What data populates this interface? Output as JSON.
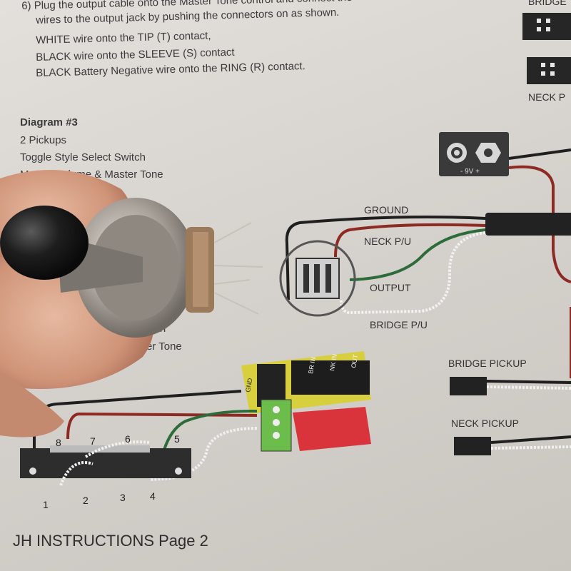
{
  "instructions": {
    "line1": "6) Plug the output cable onto the Master Tone control and connect the",
    "line2": "wires to the output jack by pushing the connectors on as shown.",
    "line3": "WHITE wire onto the TIP (T) contact,",
    "line4": "BLACK wire onto the SLEEVE (S) contact",
    "line5": "BLACK Battery Negative wire onto the RING (R) contact."
  },
  "diagram": {
    "title": "Diagram #3",
    "line1": "2 Pickups",
    "line2": "Toggle Style Select Switch",
    "line3": "Master Volume & Master Tone",
    "partial1": "witch",
    "partial2": "aster Tone"
  },
  "labels": {
    "ground": "GROUND",
    "neck_pu": "NECK P/U",
    "output": "OUTPUT",
    "bridge_pu": "BRIDGE P/U",
    "bridge_pickup": "BRIDGE PICKUP",
    "neck_pickup": "NECK PICKUP",
    "battery": "- 9V +",
    "top_right_1": "BRIDGE",
    "top_right_2": "NECK P",
    "header_br": "BR IN",
    "header_nk": "NK IN",
    "header_out": "OUT",
    "gnd": "GND",
    "switch_nums": [
      "8",
      "7",
      "6",
      "5",
      "1",
      "2",
      "3",
      "4"
    ]
  },
  "footer": "JH INSTRUCTIONS Page 2",
  "colors": {
    "paper": "#dcd8d3",
    "text": "#3b3b3b",
    "black_wire": "#1f1f1f",
    "red_wire": "#8e2a24",
    "green_wire": "#2d6b3a",
    "connector_red": "#d9343b",
    "connector_green": "#6dbd4d",
    "board_yellow": "#d8cf3f",
    "skin": "#d9a88e"
  }
}
